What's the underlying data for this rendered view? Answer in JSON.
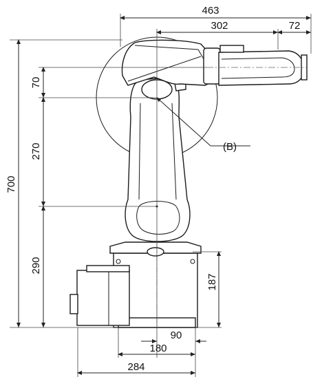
{
  "dimensions": {
    "top_overall": "463",
    "top_reach": "302",
    "top_flange": "72",
    "left_total": "700",
    "left_upper": "70",
    "left_arm": "270",
    "left_base": "290",
    "right_base_height": "187",
    "bottom_offset": "90",
    "bottom_half": "180",
    "bottom_width": "284"
  },
  "callout": {
    "label": "(B)"
  }
}
